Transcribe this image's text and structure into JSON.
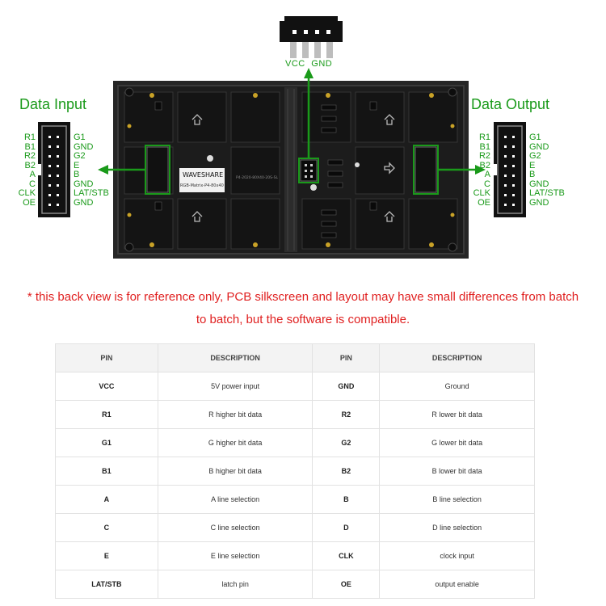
{
  "connector_top": {
    "left_label": "VCC",
    "right_label": "GND"
  },
  "input": {
    "title": "Data Input",
    "left_pins": [
      "R1",
      "B1",
      "R2",
      "B2",
      "A",
      "C",
      "CLK",
      "OE"
    ],
    "right_pins": [
      "G1",
      "GND",
      "G2",
      "E",
      "B",
      "GND",
      "LAT/STB",
      "GND"
    ]
  },
  "output": {
    "title": "Data Output",
    "left_pins": [
      "R1",
      "B1",
      "R2",
      "B2",
      "A",
      "C",
      "CLK",
      "OE"
    ],
    "right_pins": [
      "G1",
      "GND",
      "G2",
      "E",
      "B",
      "GND",
      "LAT/STB",
      "GND"
    ]
  },
  "board": {
    "brand": "WAVESHARE",
    "model": "RGB-Matrix-P4-80x40",
    "pcb_code": "P4-2020-80X40-20S-SL"
  },
  "note": {
    "line1": "* this back view is for reference only, PCB silkscreen and layout may have small differences from batch",
    "line2": "to batch, but the software is compatible."
  },
  "table": {
    "headers": [
      "PIN",
      "DESCRIPTION",
      "PIN",
      "DESCRIPTION"
    ],
    "rows": [
      [
        "VCC",
        "5V power input",
        "GND",
        "Ground"
      ],
      [
        "R1",
        "R higher bit data",
        "R2",
        "R lower bit data"
      ],
      [
        "G1",
        "G higher bit data",
        "G2",
        "G lower bit data"
      ],
      [
        "B1",
        "B higher bit data",
        "B2",
        "B lower bit data"
      ],
      [
        "A",
        "A line selection",
        "B",
        "B line selection"
      ],
      [
        "C",
        "C line selection",
        "D",
        "D line selection"
      ],
      [
        "E",
        "E line selection",
        "CLK",
        "clock input"
      ],
      [
        "LAT/STB",
        "latch pin",
        "OE",
        "output enable"
      ]
    ]
  },
  "colors": {
    "accent_green": "#1a9a1a",
    "note_red": "#e02020",
    "board": "#2a2a2a"
  }
}
